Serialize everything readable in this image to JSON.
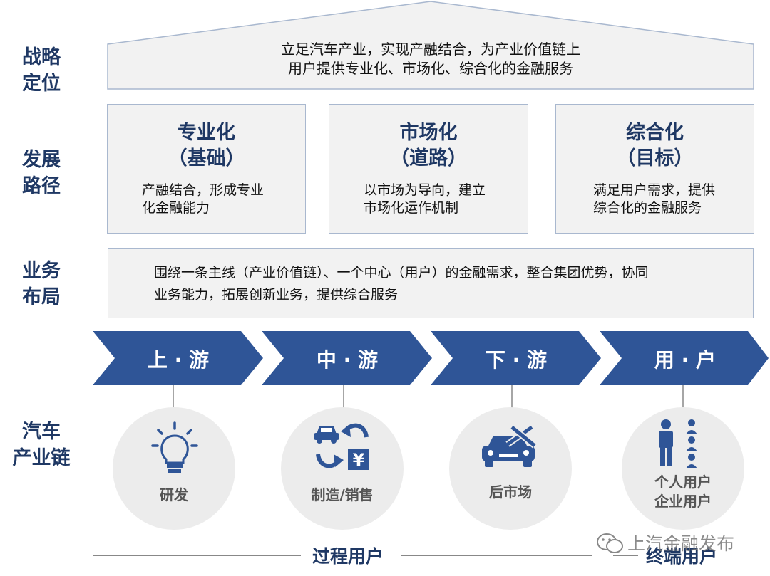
{
  "rows": {
    "strategy": [
      "战略",
      "定位"
    ],
    "path": [
      "发展",
      "路径"
    ],
    "business": [
      "业务",
      "布局"
    ],
    "chain": [
      "汽车",
      "产业链"
    ]
  },
  "strategy_text": [
    "立足汽车产业，实现产融结合，为产业价值链上",
    "用户提供专业化、市场化、综合化的金融服务"
  ],
  "cards": [
    {
      "title": [
        "专业化",
        "（基础）"
      ],
      "desc": [
        "产融结合，形成专业",
        "化金融能力"
      ]
    },
    {
      "title": [
        "市场化",
        "（道路）"
      ],
      "desc": [
        "以市场为导向，建立",
        "市场化运作机制"
      ]
    },
    {
      "title": [
        "综合化",
        "（目标）"
      ],
      "desc": [
        "满足用户需求，提供",
        "综合化的金融服务"
      ]
    }
  ],
  "business_text": [
    "围绕一条主线（产业价值链）、一个中心（用户）的金融需求，整合集团优势，协同",
    "业务能力，拓展创新业务，提供综合服务"
  ],
  "stages": [
    "上 · 游",
    "中 · 游",
    "下 · 游",
    "用 · 户"
  ],
  "nodes": [
    {
      "label": [
        "研发"
      ],
      "icon": "lightbulb-icon"
    },
    {
      "label": [
        "制造/销售"
      ],
      "icon": "car-exchange-yuan-icon"
    },
    {
      "label": [
        "后市场"
      ],
      "icon": "car-repair-tools-icon"
    },
    {
      "label": [
        "个人用户",
        "企业用户"
      ],
      "icon": "users-icon"
    }
  ],
  "bottom": {
    "process_users": "过程用户",
    "end_users": "终端用户"
  },
  "watermark": "上汽金融发布",
  "colors": {
    "navy": "#1f3864",
    "chevron": "#2f5597",
    "card_bg": "#f2f2f2",
    "circle_bg": "#ececec"
  }
}
